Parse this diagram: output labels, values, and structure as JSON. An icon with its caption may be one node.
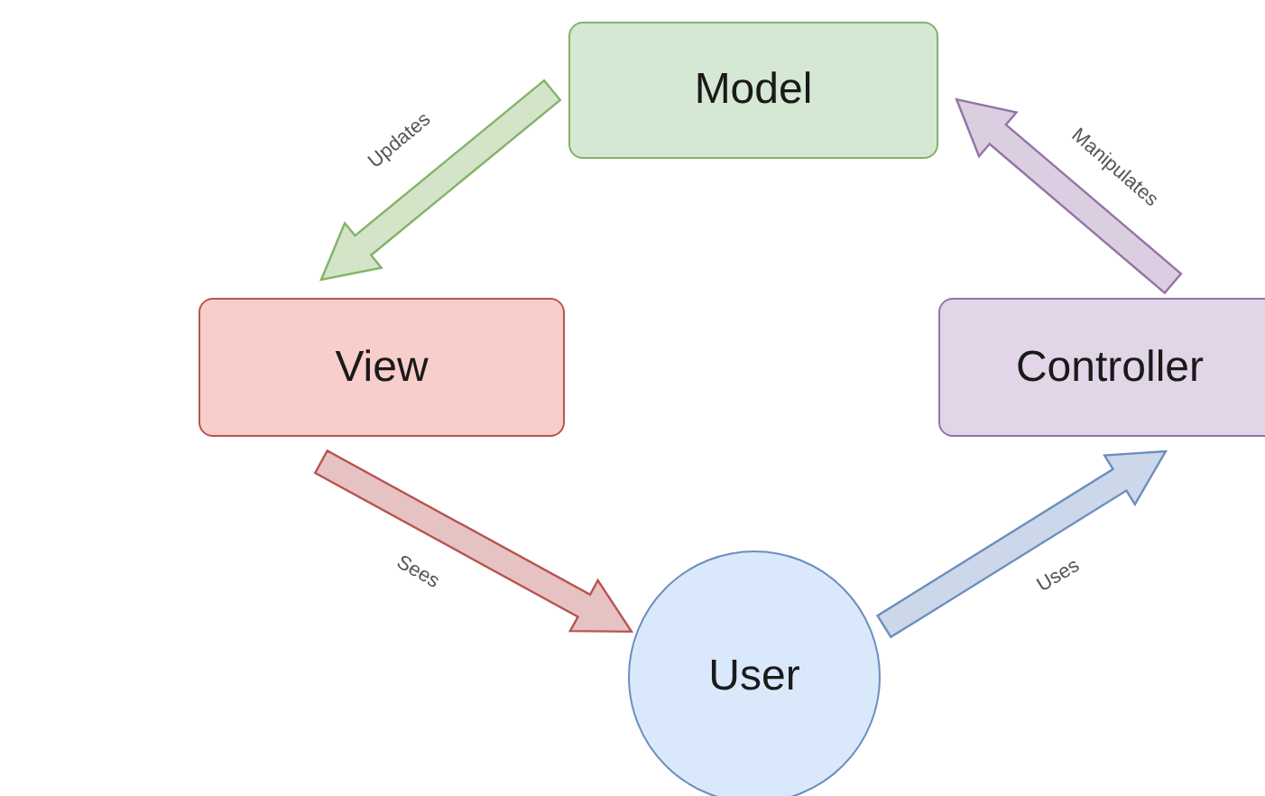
{
  "diagram": {
    "nodes": [
      {
        "text": [
          "Model"
        ]
      },
      {
        "text": [
          "View"
        ]
      },
      {
        "text": [
          "Controller"
        ]
      },
      {
        "text": [
          "User"
        ]
      }
    ],
    "edges": [
      {
        "from": 0,
        "to": 1,
        "arrow": "to",
        "label": "Updates",
        "style": "thick",
        "color": "#82b366"
      },
      {
        "from": 2,
        "to": 0,
        "arrow": "to",
        "label": "Manipulates",
        "style": "thick",
        "color": "#9673a6"
      },
      {
        "from": 1,
        "to": 3,
        "arrow": "to",
        "label": "Sees",
        "style": "thick",
        "color": "#b85450"
      },
      {
        "from": 3,
        "to": 2,
        "arrow": "to",
        "label": "Uses",
        "style": "thick",
        "color": "#6c8ebf"
      }
    ]
  }
}
